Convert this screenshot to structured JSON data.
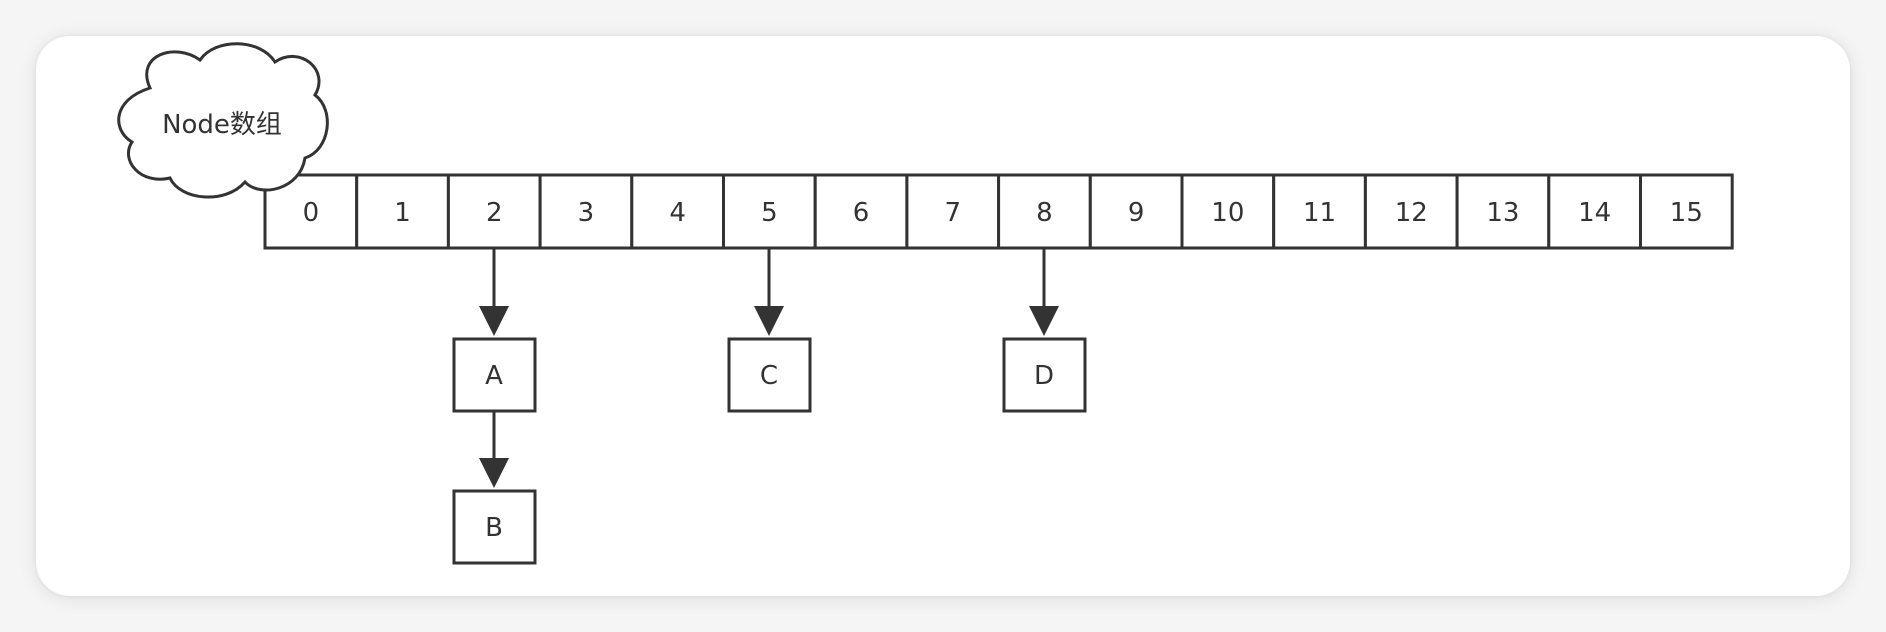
{
  "cloud_label": "Node数组",
  "array": {
    "cells": [
      "0",
      "1",
      "2",
      "3",
      "4",
      "5",
      "6",
      "7",
      "8",
      "9",
      "10",
      "11",
      "12",
      "13",
      "14",
      "15"
    ]
  },
  "nodes": {
    "a": "A",
    "b": "B",
    "c": "C",
    "d": "D"
  },
  "colors": {
    "stroke": "#333333",
    "fill": "#ffffff",
    "background": "#ffffff"
  }
}
